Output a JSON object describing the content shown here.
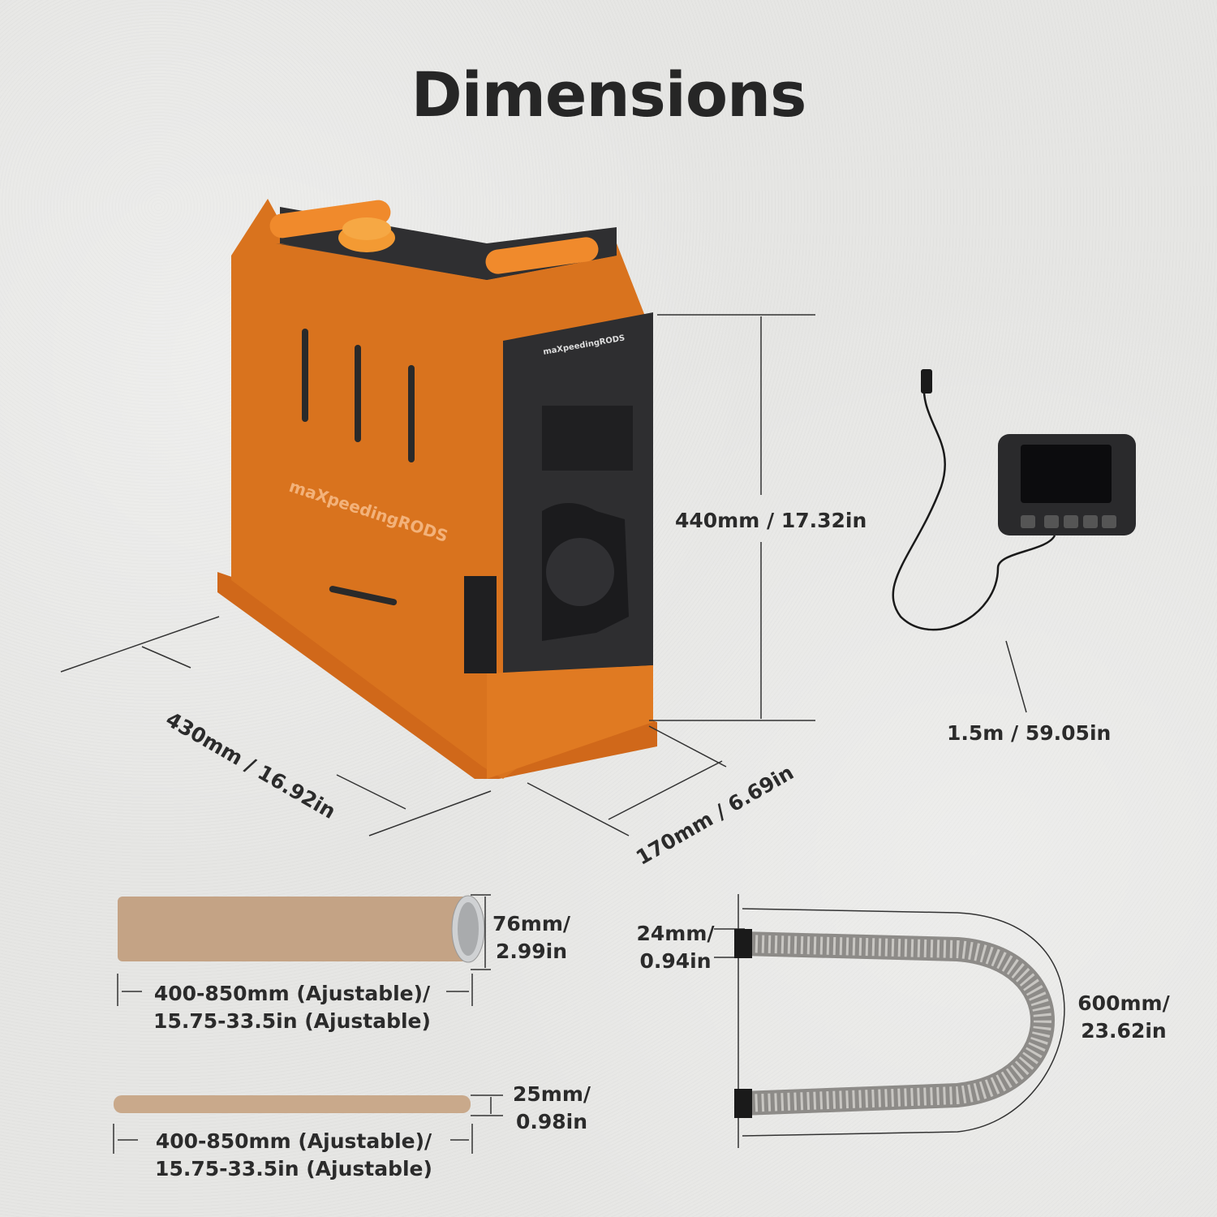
{
  "title": "Dimensions",
  "brand": "maXpeedingRODS",
  "colors": {
    "heater_orange": "#d9731e",
    "heater_dark": "#2e2e30",
    "hose_beige": "#c7a68a",
    "text": "#2b2b2b"
  },
  "heater": {
    "height": "440mm / 17.32in",
    "length": "430mm / 16.92in",
    "width": "170mm / 6.69in"
  },
  "controller": {
    "cable_length": "1.5m / 59.05in"
  },
  "air_duct_large": {
    "diameter_line1": "76mm/",
    "diameter_line2": "2.99in",
    "length_line1": "400-850mm (Ajustable)/",
    "length_line2": "15.75-33.5in (Ajustable)"
  },
  "air_duct_small": {
    "diameter_line1": "25mm/",
    "diameter_line2": "0.98in",
    "length_line1": "400-850mm (Ajustable)/",
    "length_line2": "15.75-33.5in (Ajustable)"
  },
  "exhaust_pipe": {
    "diameter_line1": "24mm/",
    "diameter_line2": "0.94in",
    "length_line1": "600mm/",
    "length_line2": "23.62in"
  }
}
